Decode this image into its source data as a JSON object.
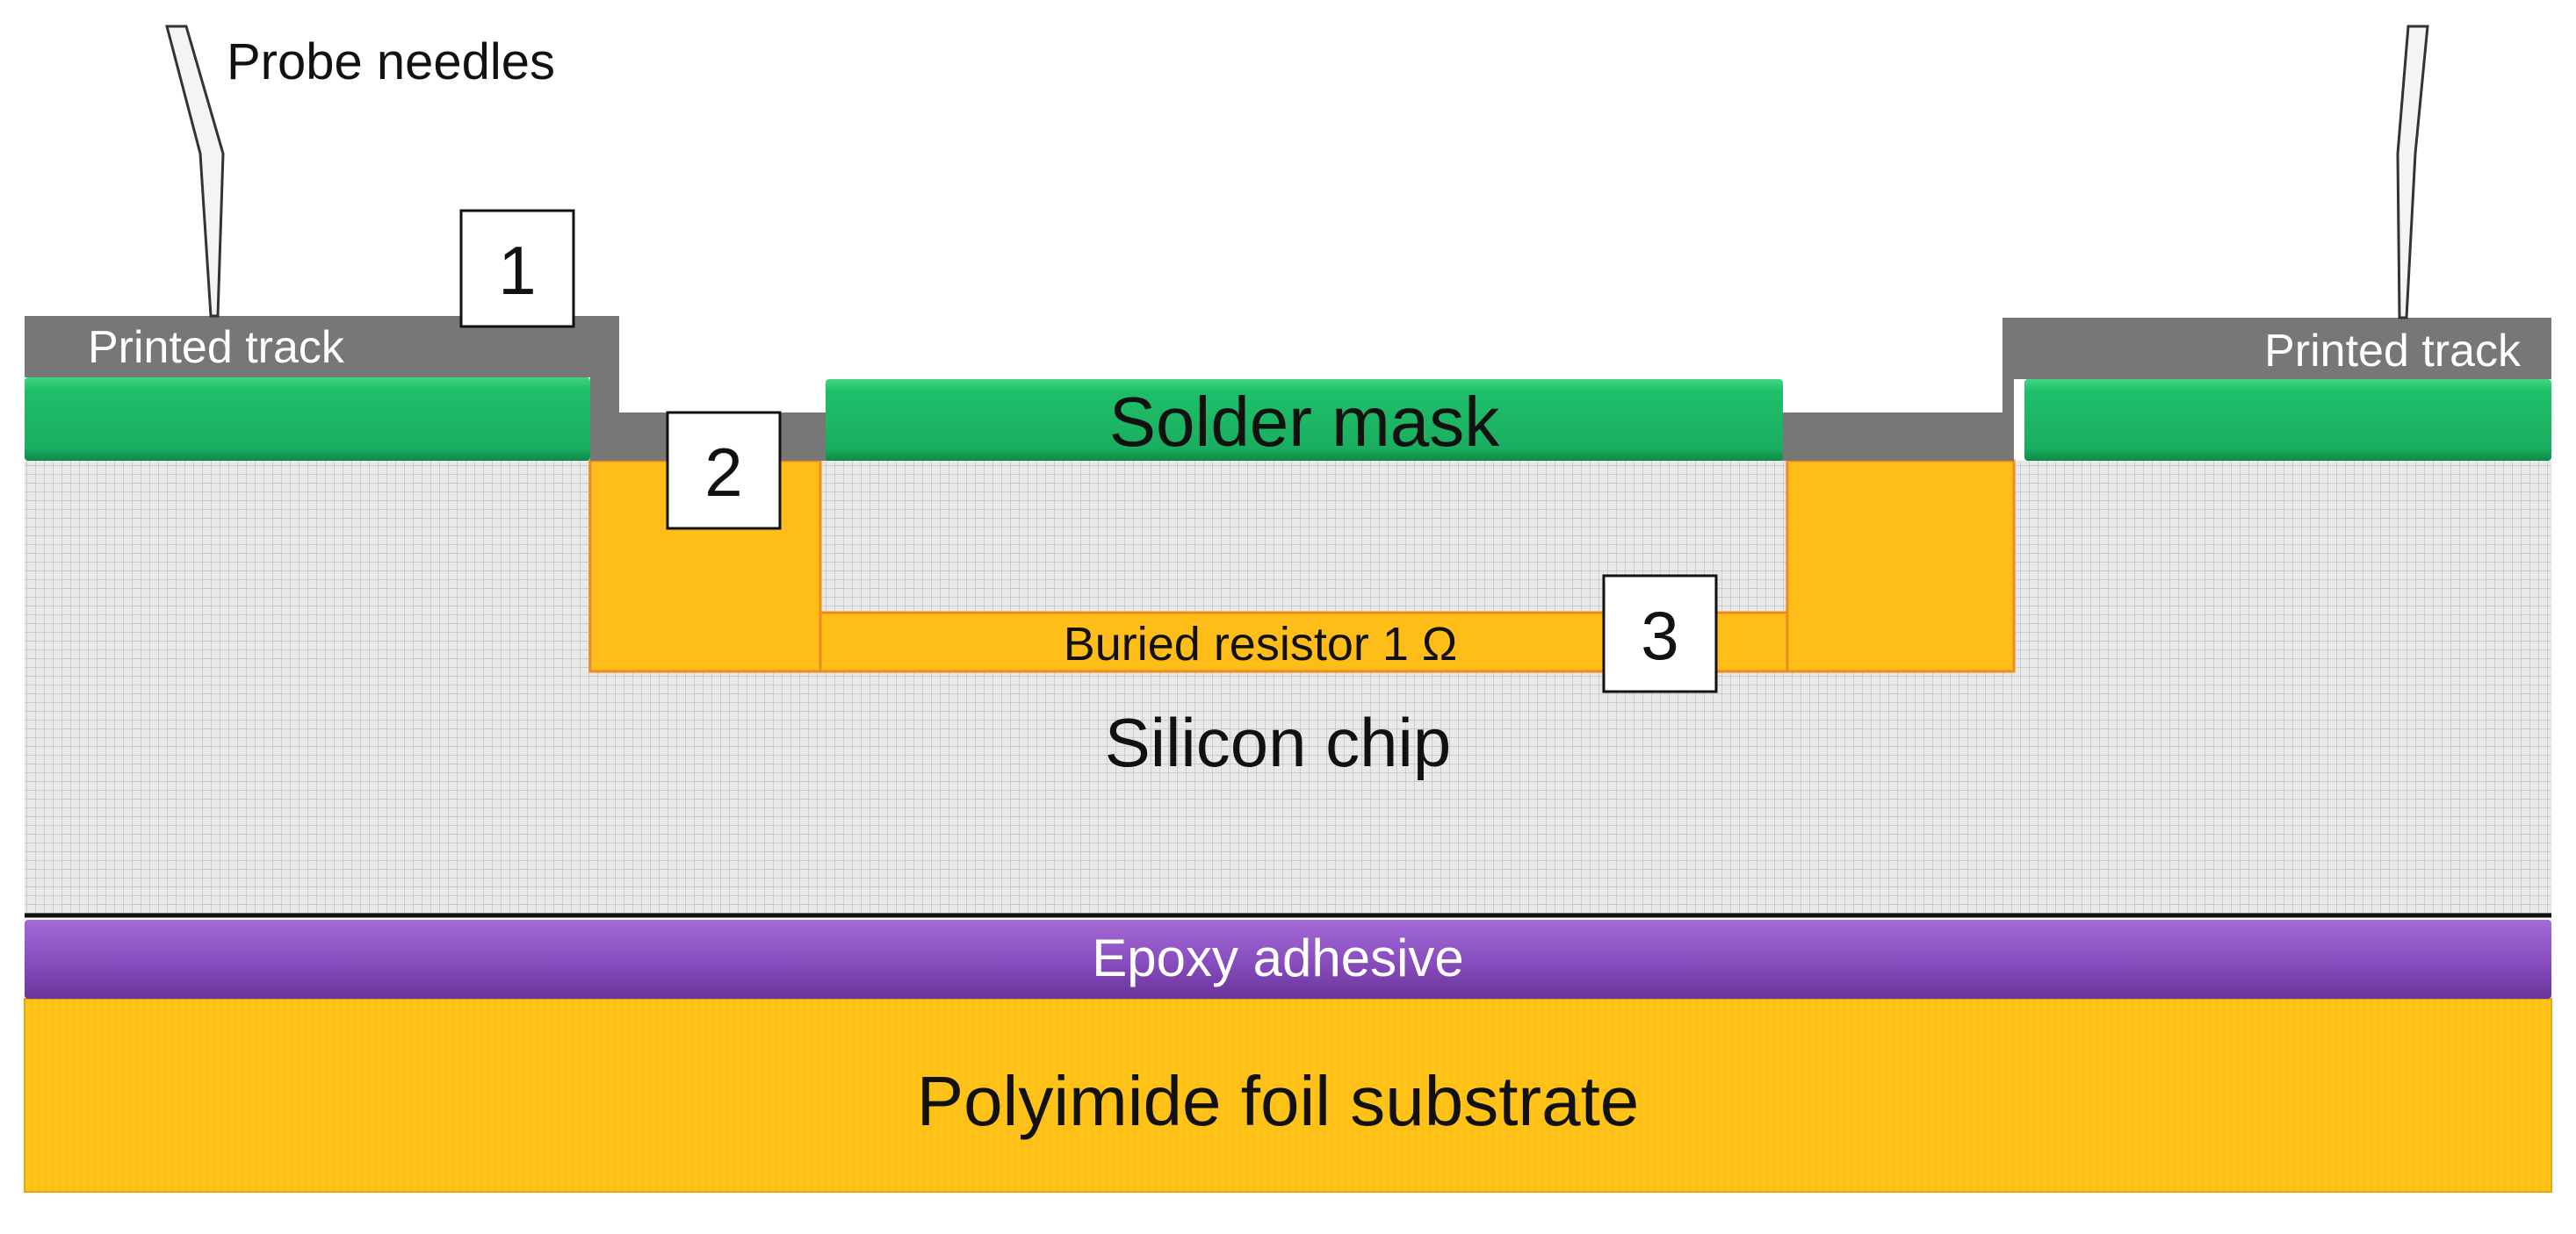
{
  "labels": {
    "probe_needles": "Probe needles",
    "printed_track_left": "Printed track",
    "printed_track_right": "Printed track",
    "solder_mask": "Solder mask",
    "buried_resistor": "Buried resistor 1 Ω",
    "silicon_chip": "Silicon chip",
    "epoxy_adhesive": "Epoxy adhesive",
    "polyimide_substrate": "Polyimide foil substrate"
  },
  "markers": {
    "m1": "1",
    "m2": "2",
    "m3": "3"
  },
  "colors": {
    "printed_track": "#777777",
    "solder_mask": "#1fbf6a",
    "solder_mask_edge": "#0d8a47",
    "silicon_chip": "#e9e9e9",
    "silicon_grid": "#b9b9b9",
    "contact_pad": "#ffbd1a",
    "contact_pad_edge": "#f08c1c",
    "epoxy_adhesive": "#8a4fc0",
    "polyimide_substrate": "#ffc21a",
    "marker_border": "#111111"
  }
}
